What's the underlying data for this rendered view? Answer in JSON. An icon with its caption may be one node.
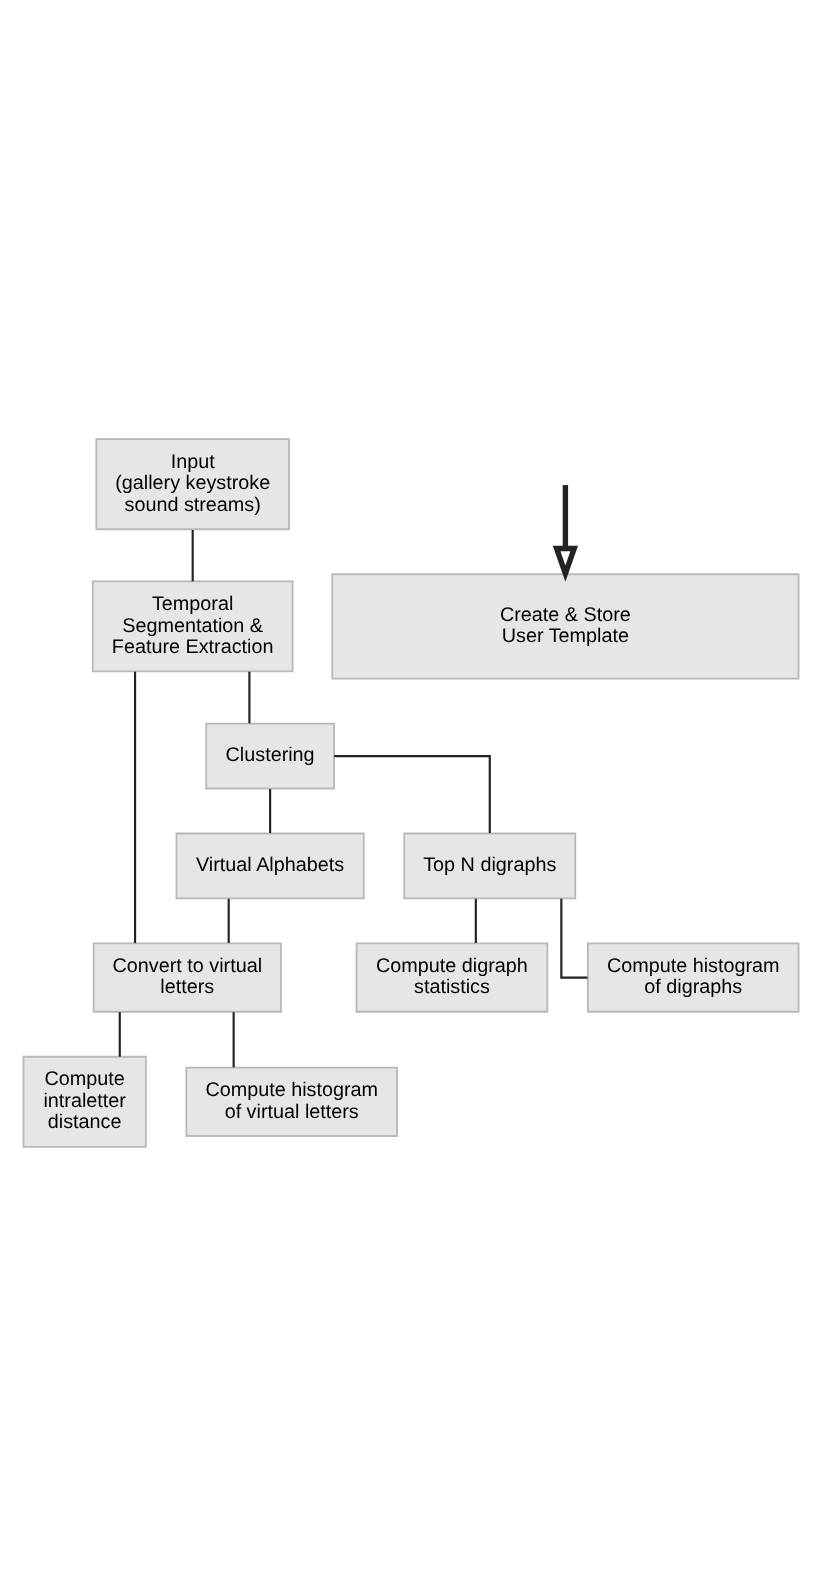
{
  "diagram": {
    "nodes": [
      {
        "text": [
          "Input",
          "(gallery keystroke sound streams)"
        ]
      },
      {
        "text": [
          "Temporal Segmentation & Feature Extraction"
        ]
      },
      {
        "text": [
          "Clustering"
        ]
      },
      {
        "text": [
          "Virtual Alphabets"
        ]
      },
      {
        "text": [
          "Top N digraphs"
        ]
      },
      {
        "text": [
          "Convert to virtual letters"
        ]
      },
      {
        "text": [
          "Compute intraletter distance"
        ]
      },
      {
        "text": [
          "Compute histogram of virtual letters"
        ]
      },
      {
        "text": [
          "Compute digraph statistics"
        ]
      },
      {
        "text": [
          "Compute histogram of digraphs"
        ]
      },
      {
        "text": [
          "Create & Store User Template"
        ]
      }
    ],
    "edges": [
      {
        "from": 0,
        "to": 1,
        "arrow": "none"
      },
      {
        "from": 1,
        "to": 2,
        "arrow": "none"
      },
      {
        "from": 1,
        "to": 5,
        "arrow": "none"
      },
      {
        "from": 2,
        "to": 3,
        "arrow": "none"
      },
      {
        "from": 2,
        "to": 4,
        "arrow": "none"
      },
      {
        "from": 3,
        "to": 5,
        "arrow": "none"
      },
      {
        "from": 5,
        "to": 6,
        "arrow": "none"
      },
      {
        "from": 5,
        "to": 7,
        "arrow": "none"
      },
      {
        "from": 4,
        "to": 8,
        "arrow": "none"
      },
      {
        "from": 4,
        "to": 9,
        "arrow": "none"
      },
      {
        "from": null,
        "to": 10,
        "arrow": "to",
        "style": "thick"
      }
    ]
  }
}
